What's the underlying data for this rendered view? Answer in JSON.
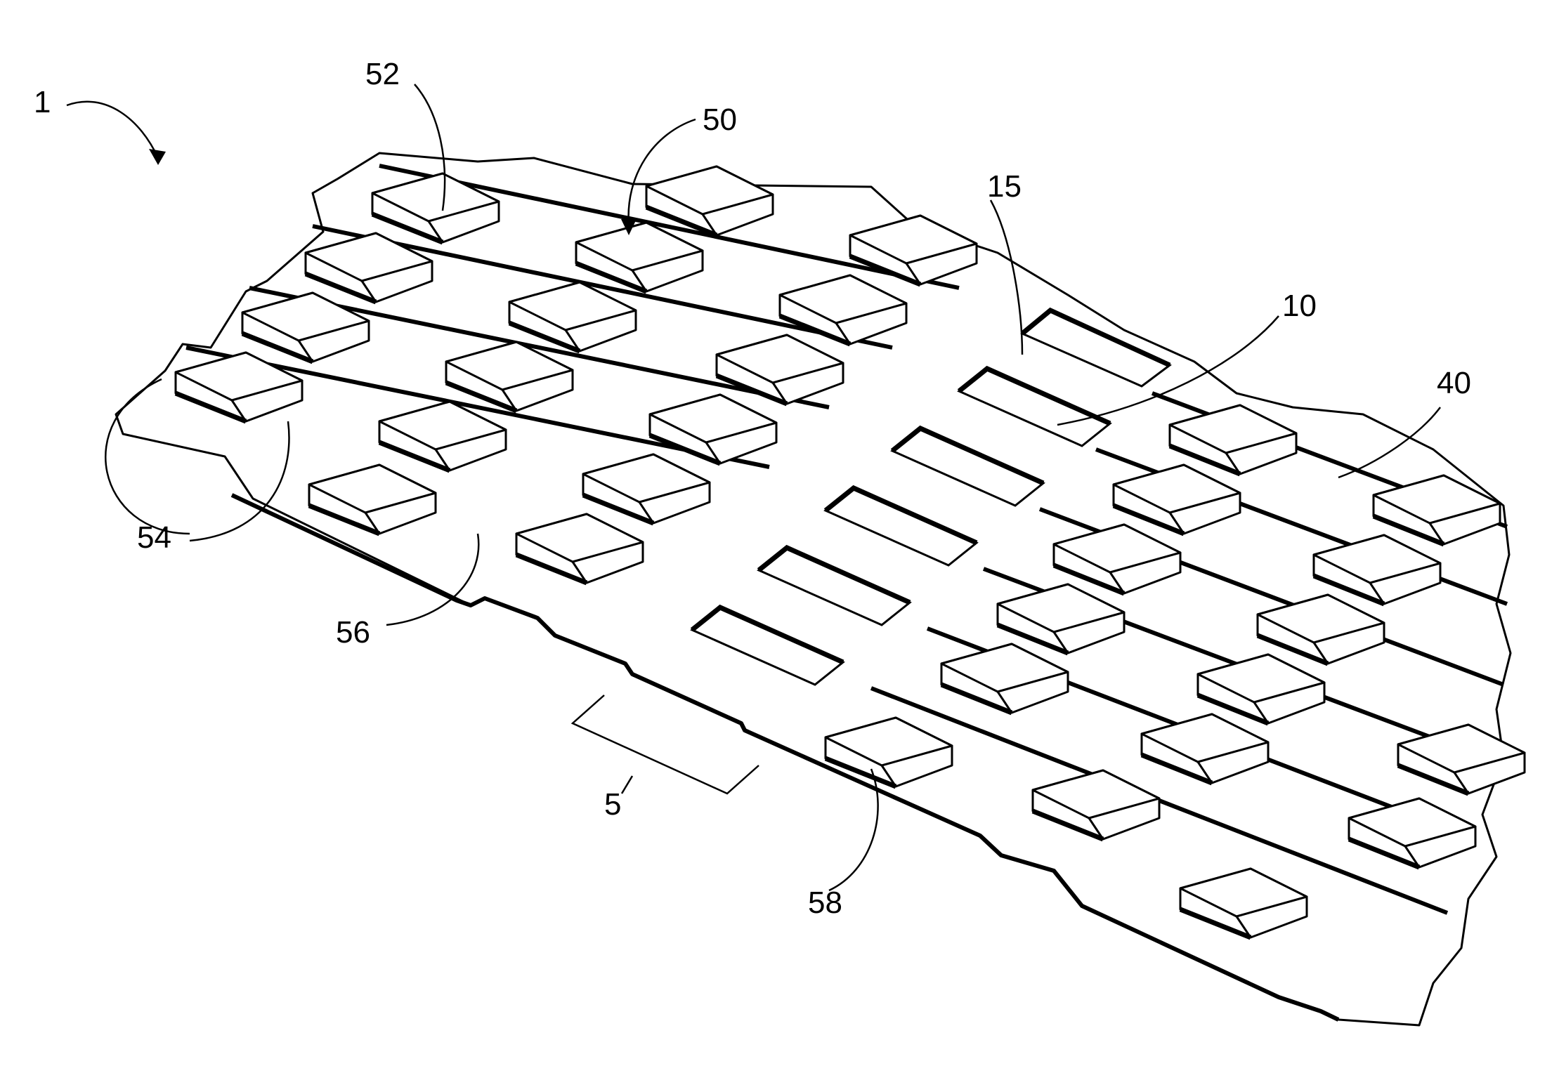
{
  "figure": {
    "labels": {
      "device": "1",
      "protrusion_top": "52",
      "protrusion": "50",
      "aperture_region": "15",
      "sheet": "10",
      "row": "40",
      "protrusion_side": "54",
      "land": "56",
      "notch": "5",
      "protrusion_base": "58"
    },
    "colors": {
      "ink": "#000000",
      "paper": "#ffffff"
    }
  }
}
